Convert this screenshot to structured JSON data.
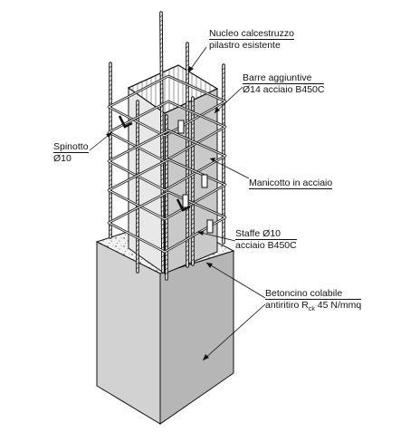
{
  "labels": {
    "nucleo": {
      "line1": "Nucleo calcestruzzo",
      "line2": "pilastro esistente"
    },
    "barre": {
      "line1": "Barre aggiuntive",
      "line2": "Ø14 acciaio B450C"
    },
    "spinotto": {
      "line1": "Spinotto",
      "line2": "Ø10"
    },
    "manicotto": {
      "line1": "Manicotto in acciaio"
    },
    "staffe": {
      "line1": "Staffe Ø10",
      "line2": "acciaio B450C"
    },
    "betoncino": {
      "line1": "Betoncino colabile",
      "line2_pre": "antiritiro R",
      "line2_sub": "ck",
      "line2_post": " 45 N/mmq"
    }
  },
  "colors": {
    "ink": "#111111",
    "concrete_light": "#e6e6e6",
    "concrete_side": "#c8c8c8",
    "base_left": "#d0d0d0",
    "base_right": "#b4b4b4"
  }
}
